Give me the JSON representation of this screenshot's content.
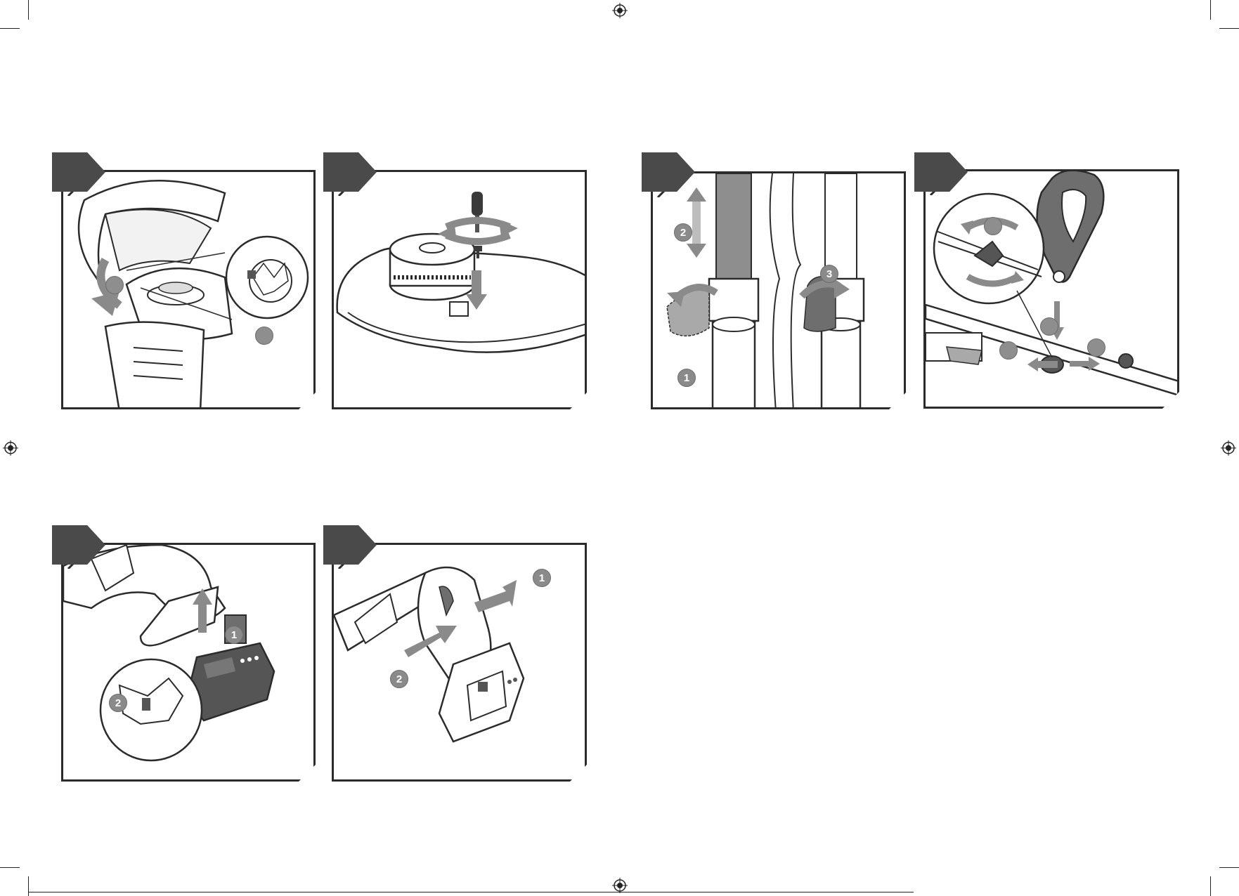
{
  "document": {
    "type": "assembly-instructions-illustrations",
    "accent_dark": "#4a4a4a",
    "accent_gray": "#8a8a8a",
    "line_color": "#2b2b2b"
  },
  "panels": [
    {
      "id": "guard-attach",
      "tab_label": "",
      "callouts": [
        "",
        ""
      ],
      "icons": [
        "guard-icon",
        "rotate-arrow-icon",
        "magnifier-detail-icon"
      ]
    },
    {
      "id": "guard-screw",
      "tab_label": "",
      "callouts": [],
      "icons": [
        "screwdriver-icon",
        "rotate-arrow-icon",
        "screw-icon",
        "down-arrow-icon"
      ]
    },
    {
      "id": "shaft-collar",
      "tab_label": "",
      "callouts": [
        "1",
        "2",
        "3"
      ],
      "icons": [
        "collar-icon",
        "slide-arrow-icon",
        "rotate-arrow-icon"
      ]
    },
    {
      "id": "aux-handle",
      "tab_label": "",
      "callouts": [
        "",
        "",
        "",
        ""
      ],
      "icons": [
        "handle-icon",
        "knob-icon",
        "rotate-arrow-icon",
        "magnifier-detail-icon"
      ]
    },
    {
      "id": "battery-insert",
      "tab_label": "",
      "callouts": [
        "1",
        "2"
      ],
      "icons": [
        "battery-icon",
        "up-arrow-icon",
        "magnifier-detail-icon"
      ]
    },
    {
      "id": "power-on",
      "tab_label": "",
      "callouts": [
        "1",
        "2"
      ],
      "icons": [
        "lock-off-button-icon",
        "trigger-icon",
        "press-arrow-icon"
      ]
    }
  ]
}
